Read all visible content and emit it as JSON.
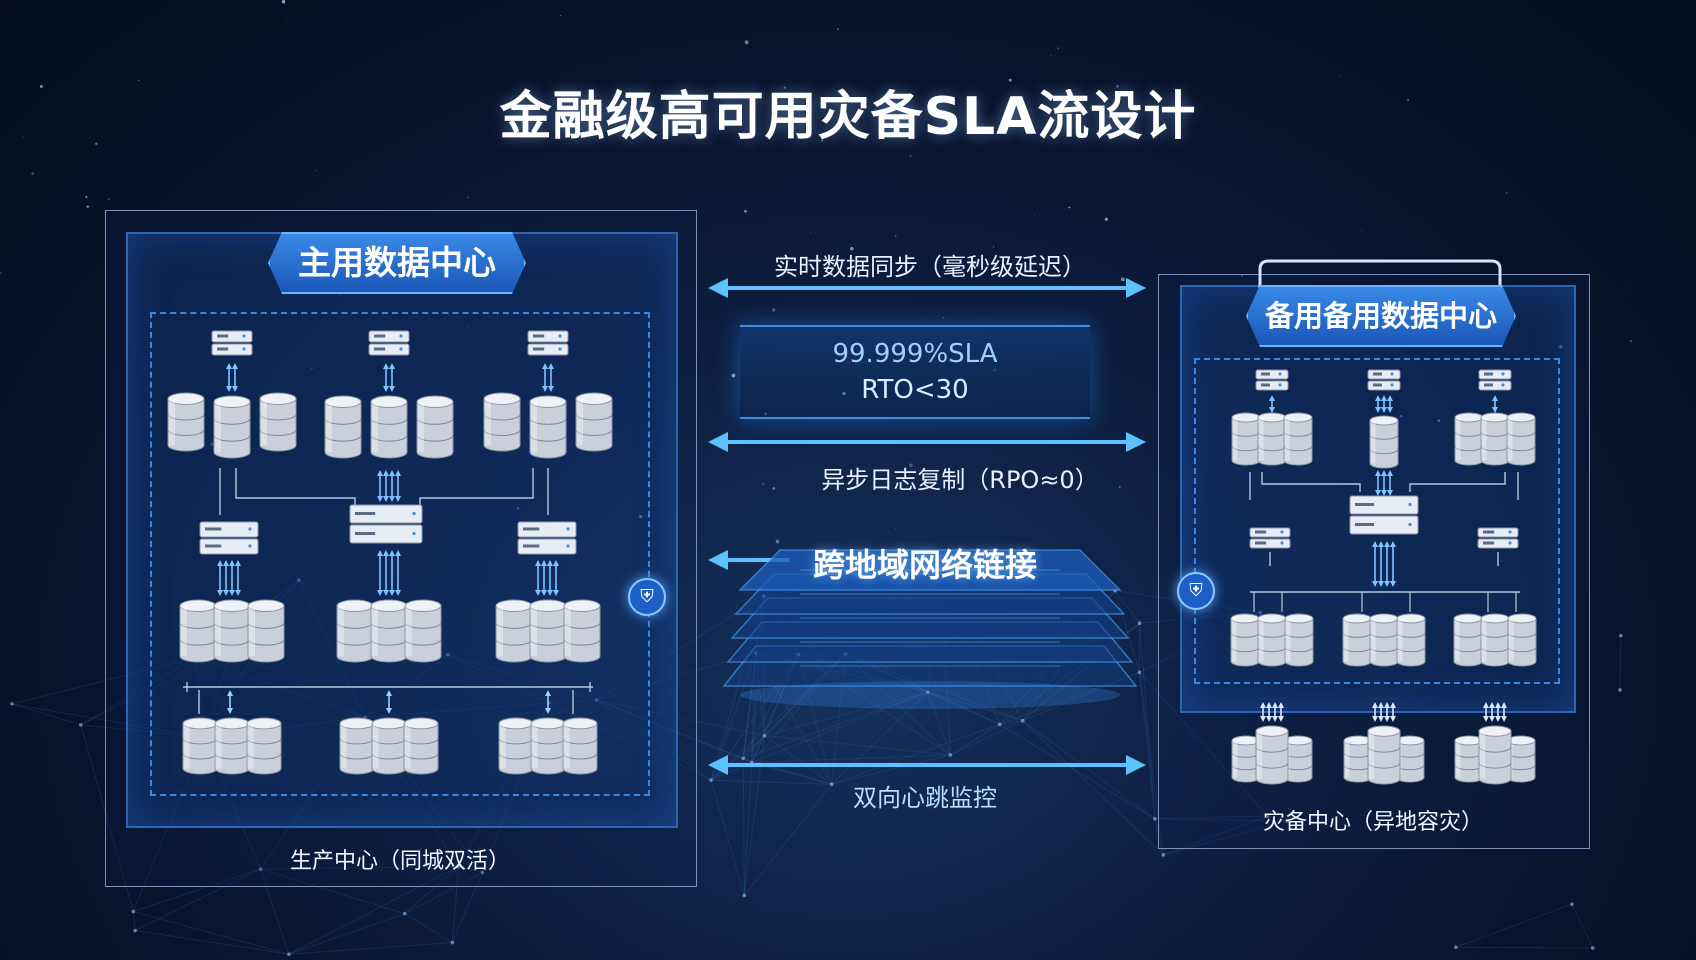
{
  "title": "金融级高可用灾备SLA流设计",
  "primary_dc": {
    "banner": "主用数据中心",
    "caption": "生产中心（同城双活）"
  },
  "backup_dc": {
    "banner": "备用备用数据中心",
    "caption": "灾备中心（异地容灾）"
  },
  "links": {
    "sync": "实时数据同步（毫秒级延迟）",
    "async": "异步日志复制（RPO≈0）",
    "heartbeat": "双向心跳监控",
    "network": "跨地域网络链接"
  },
  "sla": {
    "availability": "99.999%SLA",
    "rto": "RTO<30"
  },
  "colors": {
    "accent": "#3fa9ff",
    "arrow": "#5cc2ff",
    "panel_border": "#7d93b8",
    "inner_fill": "#163f87"
  },
  "icons": {
    "server": "server-icon",
    "database": "database-icon",
    "shield": "shield-icon",
    "arrow": "bidirectional-arrow-icon"
  }
}
